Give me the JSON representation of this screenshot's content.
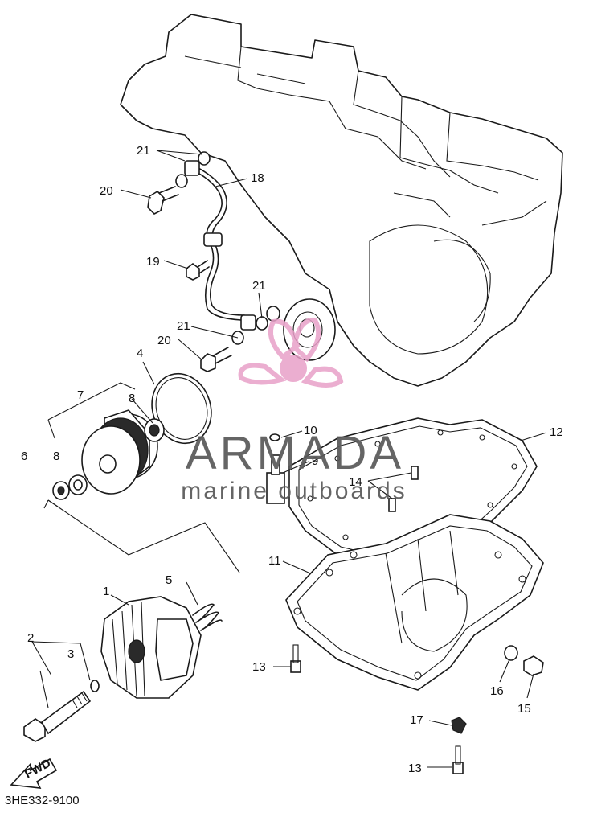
{
  "diagram": {
    "drawing_code": "3HE332-9100",
    "fwd_label": "FWD",
    "part_callouts": [
      "1",
      "2",
      "3",
      "5",
      "6",
      "7",
      "8",
      "8",
      "4",
      "9",
      "10",
      "11",
      "12",
      "13",
      "13",
      "14",
      "15",
      "16",
      "17",
      "18",
      "19",
      "20",
      "20",
      "21",
      "21",
      "21"
    ]
  },
  "watermark": {
    "brand": "ARMADA",
    "tagline": "marine outboards",
    "brand_color": "#595959",
    "accent_color": "#e8a0c8"
  }
}
